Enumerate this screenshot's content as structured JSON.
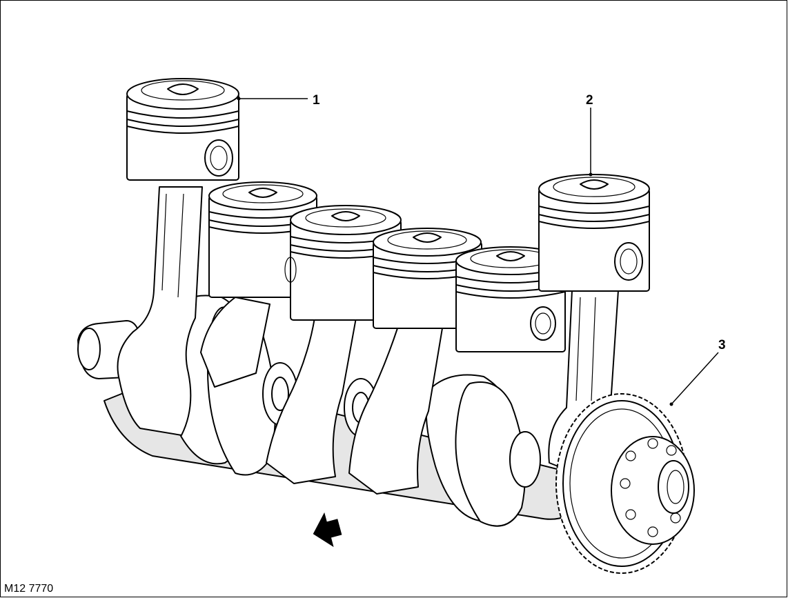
{
  "figure": {
    "code": "M12 7770",
    "callouts": [
      {
        "number": "1"
      },
      {
        "number": "2"
      },
      {
        "number": "3"
      }
    ],
    "arrow_icon": "arrow-icon"
  }
}
